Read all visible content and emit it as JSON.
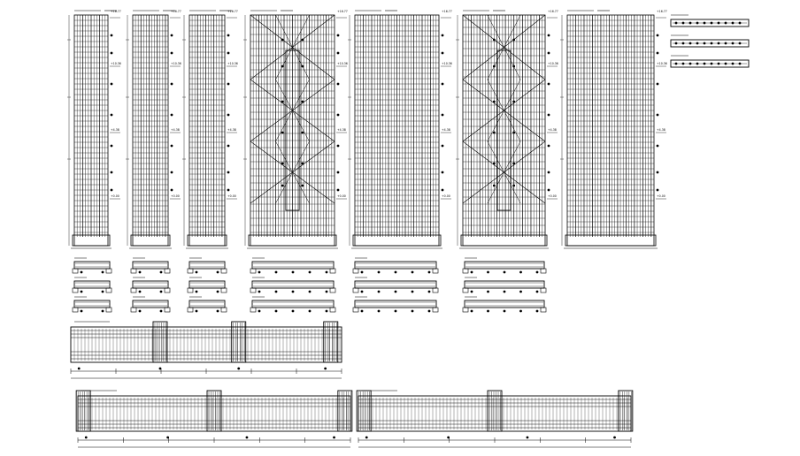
{
  "drawing": {
    "stroke": "#000000",
    "background": "#ffffff",
    "wall_elevations": [
      {
        "id": "elev-1",
        "title": "",
        "top_level": "+16.77",
        "levels": [
          "+10.36",
          "+4.38",
          "+0.00"
        ],
        "type": "plain"
      },
      {
        "id": "elev-2",
        "title": "",
        "top_level": "+16.77",
        "levels": [
          "+10.36",
          "+4.38",
          "+0.00"
        ],
        "type": "plain"
      },
      {
        "id": "elev-3",
        "title": "",
        "top_level": "+16.77",
        "levels": [
          "+10.36",
          "+4.38",
          "+0.00"
        ],
        "type": "plain"
      },
      {
        "id": "elev-4",
        "title": "",
        "top_level": "+16.77",
        "levels": [
          "+10.36",
          "+4.38",
          "+0.00"
        ],
        "type": "braced"
      },
      {
        "id": "elev-5",
        "title": "",
        "top_level": "+16.77",
        "levels": [
          "+10.36",
          "+4.38",
          "+0.00"
        ],
        "type": "plain"
      },
      {
        "id": "elev-6",
        "title": "",
        "top_level": "+16.77",
        "levels": [
          "+10.36",
          "+4.38",
          "+0.00"
        ],
        "type": "braced"
      },
      {
        "id": "elev-7",
        "title": "",
        "top_level": "+16.77",
        "levels": [
          "+10.36",
          "+4.38",
          "+0.00"
        ],
        "type": "plain"
      }
    ],
    "section_groups": [
      {
        "id": "sections-1",
        "count": 3
      },
      {
        "id": "sections-2",
        "count": 3
      },
      {
        "id": "sections-3",
        "count": 3
      },
      {
        "id": "sections-4",
        "count": 3
      },
      {
        "id": "sections-5",
        "count": 3
      },
      {
        "id": "sections-6",
        "count": 3
      }
    ],
    "beams": [
      {
        "id": "beam-1",
        "title": ""
      },
      {
        "id": "beam-2",
        "title": ""
      },
      {
        "id": "beam-3",
        "title": ""
      }
    ],
    "top_right_sections": [
      {
        "id": "slab-section-1"
      },
      {
        "id": "slab-section-2"
      },
      {
        "id": "slab-section-3"
      }
    ]
  }
}
